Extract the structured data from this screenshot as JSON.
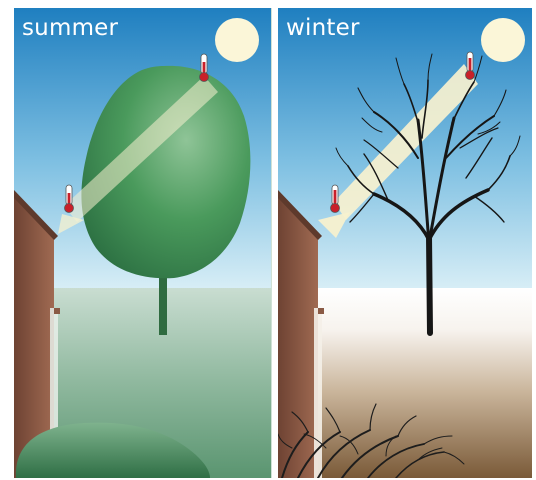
{
  "panels": {
    "summer": {
      "label": "summer"
    },
    "winter": {
      "label": "winter"
    }
  },
  "colors": {
    "sky_top": "#1f7fc0",
    "sky_bottom": "#d8eef6",
    "sun": "#fbf6d8",
    "foliage": "#3f8f55",
    "summer_ground": "#6fa884",
    "winter_ground": "#8b6a45",
    "house_brick": "#8a5a45",
    "thermometer_red": "#c8202a",
    "sunbeam": "#f7f1cf"
  },
  "icons": [
    "sun-icon",
    "thermometer-icon",
    "sunbeam-arrow",
    "tree-icon",
    "house-icon",
    "shrub-icon"
  ]
}
